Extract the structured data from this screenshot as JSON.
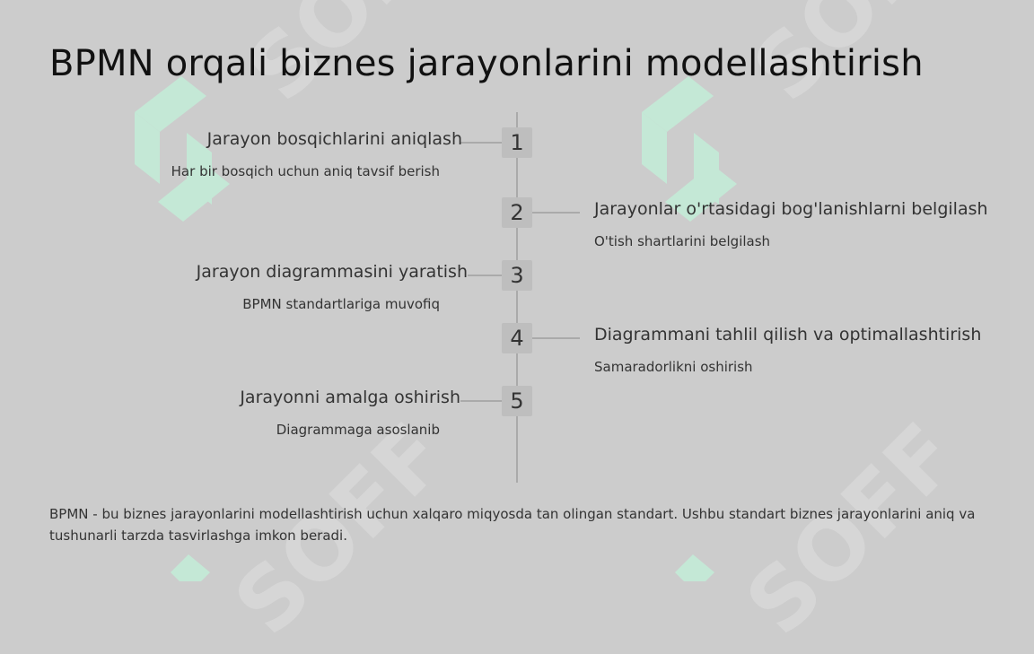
{
  "title": "BPMN orqali biznes jarayonlarini modellashtirish",
  "steps": [
    {
      "number": "1",
      "heading": "Jarayon bosqichlarini aniqlash",
      "sub": "Har bir bosqich uchun aniq tavsif berish",
      "side": "left"
    },
    {
      "number": "2",
      "heading": "Jarayonlar o'rtasidagi bog'lanishlarni belgilash",
      "sub": "O'tish shartlarini belgilash",
      "side": "right"
    },
    {
      "number": "3",
      "heading": "Jarayon diagrammasini yaratish",
      "sub": "BPMN standartlariga muvofiq",
      "side": "left"
    },
    {
      "number": "4",
      "heading": "Diagrammani tahlil qilish va optimallashtirish",
      "sub": "Samaradorlikni oshirish",
      "side": "right"
    },
    {
      "number": "5",
      "heading": "Jarayonni amalga oshirish",
      "sub": "Diagrammaga asoslanib",
      "side": "left"
    }
  ],
  "footer": "BPMN - bu biznes jarayonlarini modellashtirish uchun xalqaro miqyosda tan olingan standart. Ushbu standart biznes jarayonlarini aniq va tushunarli tarzda tasvirlashga imkon beradi.",
  "watermark": {
    "text": "SOFF",
    "logo_color": "#c4e8d6",
    "text_color": "#dadada"
  }
}
